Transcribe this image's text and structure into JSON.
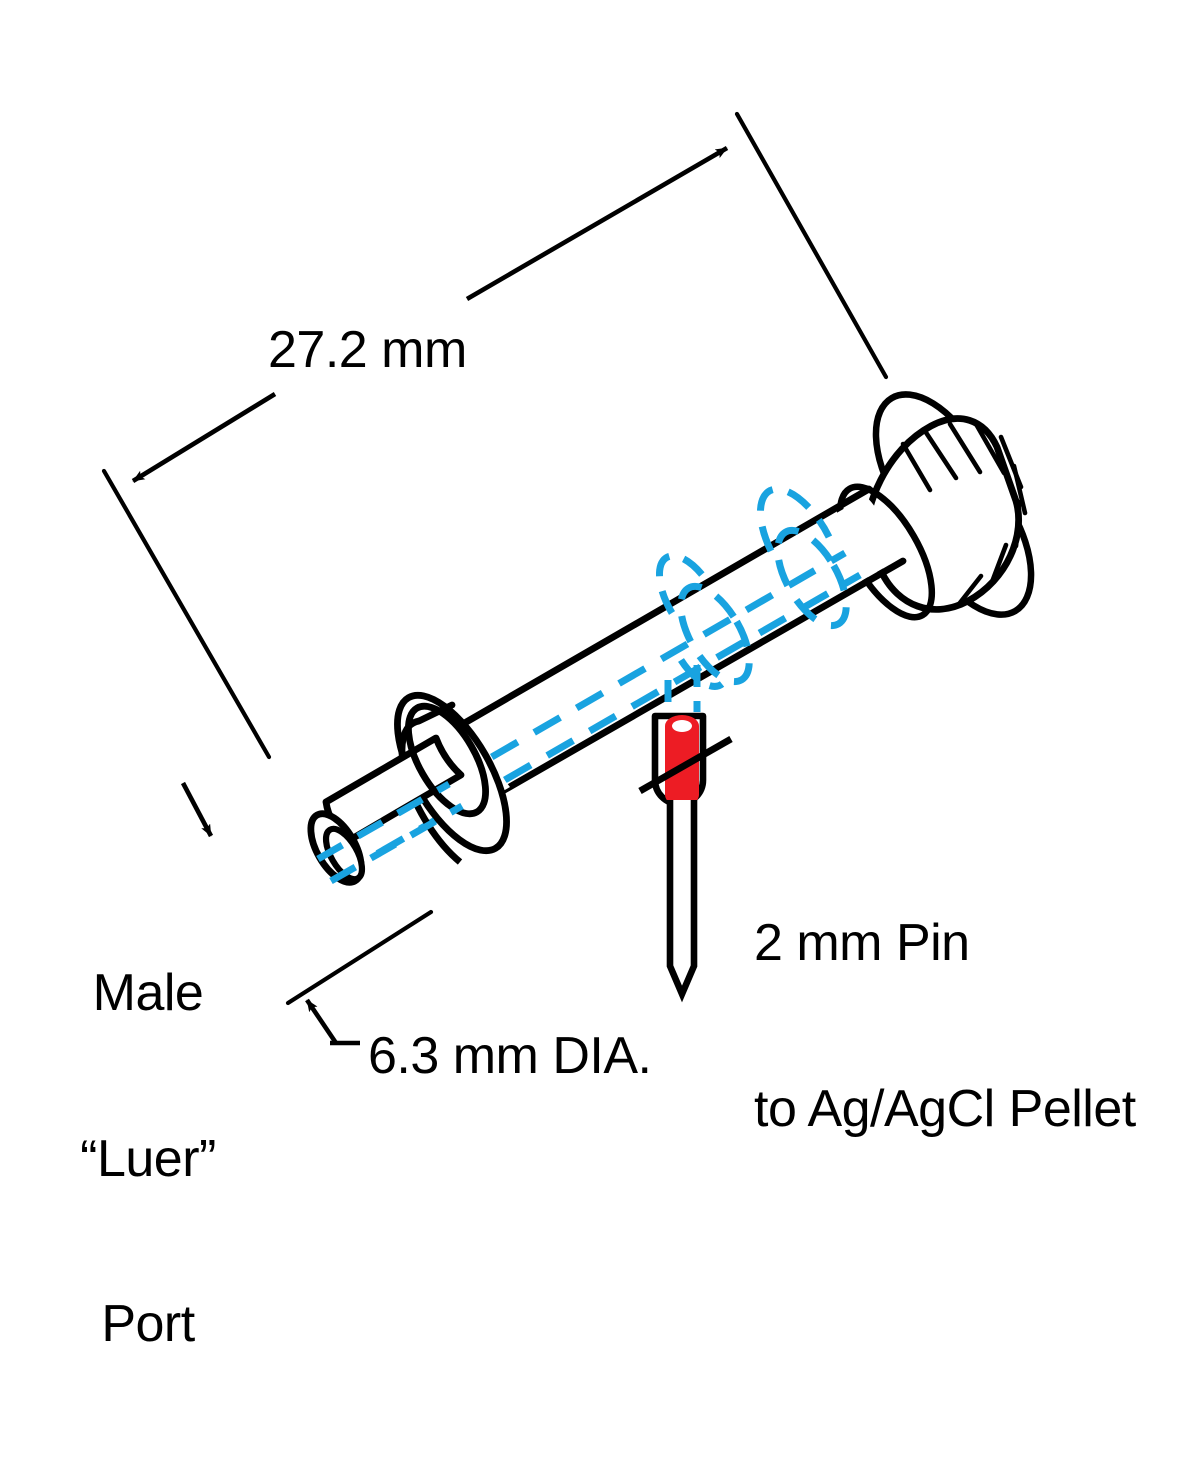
{
  "diagram": {
    "title": "Luer-port reference electrode assembly isometric drawing",
    "type": "technical-line-drawing",
    "colors": {
      "outline": "#000000",
      "hidden_line_blue": "#19A3E0",
      "pellet_red": "#ED1C24",
      "background": "#FFFFFF"
    }
  },
  "dimensions": {
    "length": {
      "value": "27.2 mm",
      "name": "overall-length"
    },
    "diameter": {
      "value": "6.3 mm DIA.",
      "name": "body-diameter"
    }
  },
  "callouts": {
    "luer_port": {
      "line1": "Male",
      "line2": "“Luer”",
      "line3": "Port"
    },
    "pin": {
      "line1": "2 mm Pin",
      "line2": "to Ag/AgCl Pellet"
    }
  },
  "parts": {
    "body": "cylindrical-barrel",
    "cap": "knurled-end-cap",
    "flange": "collar-flange-disc",
    "tip": "male-luer-taper-tip",
    "pellet": "ag-agcl-pellet",
    "pin": "2mm-contact-pin",
    "bore": "internal-bore-hidden-lines"
  },
  "icons": {
    "arrow": "dimension-arrow-icon",
    "witness": "witness-tick-icon"
  }
}
